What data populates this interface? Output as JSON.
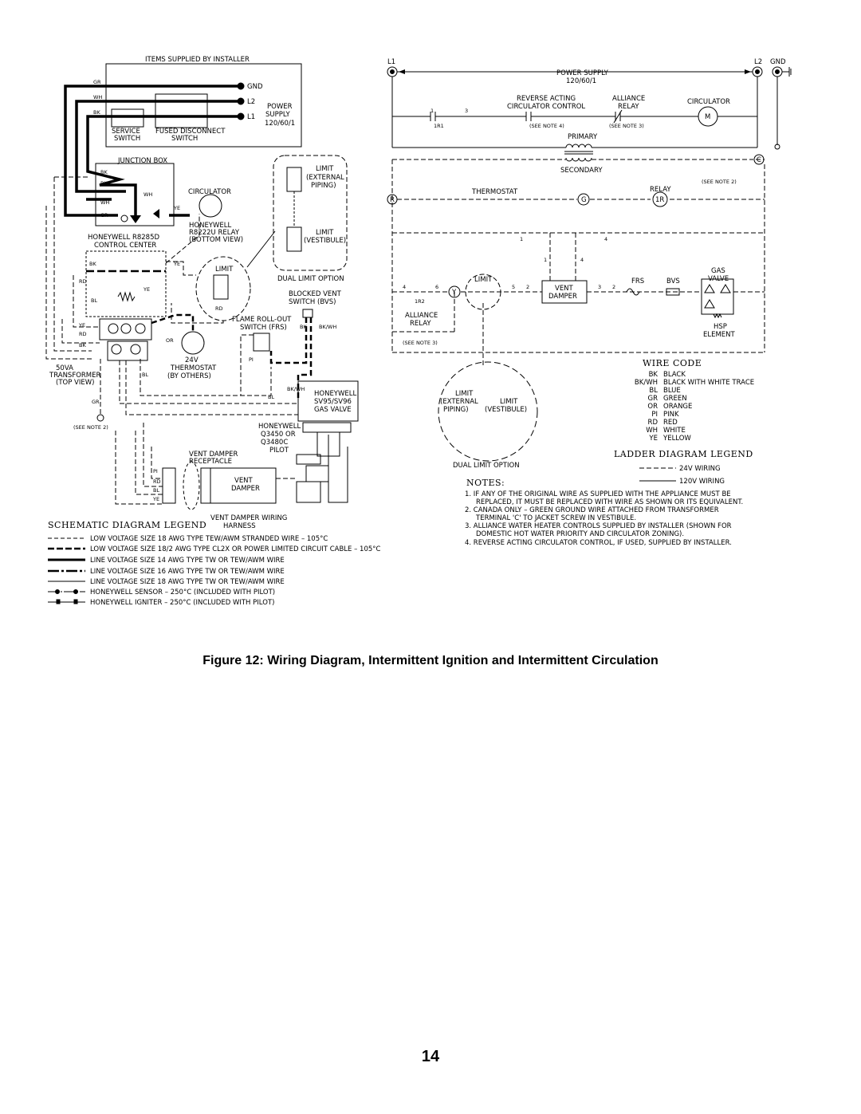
{
  "schematic": {
    "installer_items": "ITEMS SUPPLIED BY INSTALLER",
    "gnd": "GND",
    "l2": "L2",
    "l1": "L1",
    "power_supply": [
      "POWER",
      "SUPPLY",
      "120/60/1"
    ],
    "service_switch": [
      "SERVICE",
      "SWITCH"
    ],
    "fused_disconnect": [
      "FUSED DISCONNECT",
      "SWITCH"
    ],
    "junction_box": "JUNCTION BOX",
    "circulator": "CIRCULATOR",
    "relay": [
      "HONEYWELL",
      "R8222U RELAY",
      "(BOTTOM VIEW)"
    ],
    "control_center": [
      "HONEYWELL R8285D",
      "CONTROL CENTER"
    ],
    "limit": "LIMIT",
    "limit_external": [
      "LIMIT",
      "(EXTERNAL",
      "PIPING)"
    ],
    "limit_vestibule": [
      "LIMIT",
      "(VESTIBULE)"
    ],
    "dual_limit": "DUAL LIMIT OPTION",
    "bvs": [
      "BLOCKED VENT",
      "SWITCH (BVS)"
    ],
    "frs": [
      "FLAME ROLL-OUT",
      "SWITCH (FRS)"
    ],
    "transformer": [
      "50VA",
      "TRANSFORMER",
      "(TOP VIEW)"
    ],
    "thermostat": [
      "24V",
      "THERMOSTAT",
      "(BY OTHERS)"
    ],
    "gas_valve": [
      "HONEYWELL",
      "SV95/SV96",
      "GAS VALVE"
    ],
    "pilot": [
      "HONEYWELL",
      "Q3450 OR",
      "Q3480C",
      "PILOT"
    ],
    "see_note_2": "(SEE NOTE 2)",
    "vent_receptacle": [
      "VENT DAMPER",
      "RECEPTACLE"
    ],
    "vent_damper": [
      "VENT",
      "DAMPER"
    ],
    "harness": [
      "VENT DAMPER WIRING",
      "HARNESS"
    ],
    "wire_tags": [
      "GR",
      "WH",
      "BK",
      "BK",
      "BK",
      "WH",
      "WH",
      "GR",
      "YE",
      "YE",
      "BK",
      "RD",
      "BL",
      "YE",
      "RD",
      "BK",
      "OR",
      "RD",
      "YE",
      "BL",
      "GR",
      "PI",
      "BK",
      "BL",
      "BK/WH",
      "BK/WH",
      "PI",
      "RD",
      "BL",
      "YE"
    ]
  },
  "schematic_legend": {
    "title": "SCHEMATIC DIAGRAM LEGEND",
    "items": [
      "LOW VOLTAGE SIZE 18 AWG TYPE TEW/AWM STRANDED WIRE – 105°C",
      "LOW VOLTAGE SIZE 18/2 AWG TYPE CL2X OR POWER LIMITED CIRCUIT CABLE – 105°C",
      "LINE VOLTAGE SIZE 14 AWG TYPE TW OR TEW/AWM WIRE",
      "LINE VOLTAGE SIZE 16 AWG TYPE TW OR TEW/AWM WIRE",
      "LINE VOLTAGE SIZE 18 AWG TYPE TW OR TEW/AWM WIRE",
      "HONEYWELL SENSOR – 250°C (INCLUDED WITH PILOT)",
      "HONEYWELL IGNITER – 250°C (INCLUDED WITH PILOT)"
    ]
  },
  "ladder": {
    "l1": "L1",
    "l2": "L2",
    "gnd": "GND",
    "power_supply": [
      "POWER SUPPLY",
      "120/60/1"
    ],
    "reverse_acting": [
      "REVERSE ACTING",
      "CIRCULATOR CONTROL"
    ],
    "alliance_relay": [
      "ALLIANCE",
      "RELAY"
    ],
    "circulator": "CIRCULATOR",
    "see_note_4": "(SEE NOTE 4)",
    "see_note_3": "(SEE NOTE 3)",
    "see_note_2": "(SEE NOTE 2)",
    "primary": "PRIMARY",
    "secondary": "SECONDARY",
    "thermostat": "THERMOSTAT",
    "relay": "RELAY",
    "limit": "LIMIT",
    "vent_damper": [
      "VENT",
      "DAMPER"
    ],
    "frs": "FRS",
    "bvs": "BVS",
    "gas_valve": [
      "GAS",
      "VALVE"
    ],
    "hsp": [
      "HSP",
      "ELEMENT"
    ],
    "alliance_relay2": [
      "ALLIANCE",
      "RELAY"
    ],
    "dual_limit": "DUAL LIMIT OPTION",
    "limit_external": [
      "LIMIT",
      "(EXTERNAL",
      "PIPING)"
    ],
    "limit_vestibule": [
      "LIMIT",
      "(VESTIBULE)"
    ],
    "terminals": {
      "m": "M",
      "c": "C",
      "r": "R",
      "g": "G",
      "one_r": "1R",
      "y": "Y"
    },
    "pin_labels": [
      "1",
      "3",
      "1R1",
      "4",
      "6",
      "1R2",
      "5",
      "2",
      "3",
      "2",
      "1",
      "4",
      "1",
      "4"
    ]
  },
  "wire_code": {
    "title": "WIRE CODE",
    "items": [
      [
        "BK",
        "BLACK"
      ],
      [
        "BK/WH",
        "BLACK WITH WHITE TRACE"
      ],
      [
        "BL",
        "BLUE"
      ],
      [
        "GR",
        "GREEN"
      ],
      [
        "OR",
        "ORANGE"
      ],
      [
        "PI",
        "PINK"
      ],
      [
        "RD",
        "RED"
      ],
      [
        "WH",
        "WHITE"
      ],
      [
        "YE",
        "YELLOW"
      ]
    ]
  },
  "ladder_legend": {
    "title": "LADDER DIAGRAM LEGEND",
    "items": [
      "24V WIRING",
      "120V WIRING"
    ]
  },
  "notes": {
    "title": "NOTES:",
    "lines": [
      "1. IF ANY OF THE ORIGINAL WIRE AS SUPPLIED WITH THE APPLIANCE MUST BE",
      "REPLACED, IT MUST BE REPLACED WITH WIRE AS SHOWN OR ITS EQUIVALENT.",
      "2. CANADA ONLY – GREEN GROUND WIRE ATTACHED FROM TRANSFORMER",
      "TERMINAL 'C' TO JACKET SCREW IN VESTIBULE.",
      "3. ALLIANCE WATER HEATER CONTROLS SUPPLIED BY INSTALLER (SHOWN FOR",
      "DOMESTIC HOT WATER PRIORITY AND CIRCULATOR ZONING).",
      "4. REVERSE ACTING CIRCULATOR CONTROL, IF USED, SUPPLIED BY INSTALLER."
    ]
  },
  "caption": "Figure 12:  Wiring Diagram, Intermittent Ignition and Intermittent Circulation",
  "page_number": "14"
}
